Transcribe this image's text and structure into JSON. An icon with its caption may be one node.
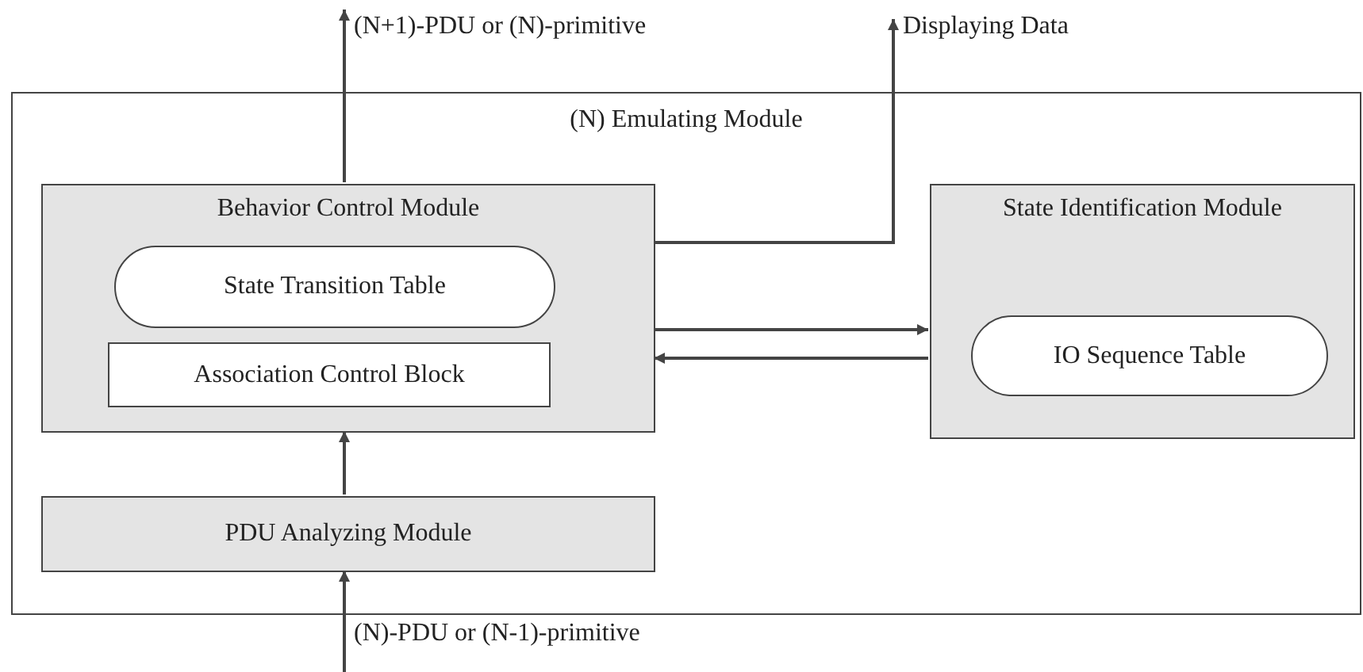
{
  "diagram": {
    "nodes": [
      {
        "text": [
          "(N) Emulating Module"
        ]
      },
      {
        "text": [
          "Behavior Control Module"
        ],
        "in": 0
      },
      {
        "text": [
          "State Transition Table"
        ],
        "in": 1
      },
      {
        "text": [
          "Association Control Block"
        ],
        "in": 1
      },
      {
        "text": [
          "State Identification Module"
        ],
        "in": 0
      },
      {
        "text": [
          "IO Sequence Table"
        ],
        "in": 4
      },
      {
        "text": [
          "PDU Analyzing Module"
        ],
        "in": 0
      }
    ],
    "edges": [
      {
        "from": 1,
        "to": null,
        "arrow": "to",
        "label": "(N+1)-PDU or (N)-primitive"
      },
      {
        "from": 1,
        "to": null,
        "arrow": "to",
        "label": "Displaying Data"
      },
      {
        "from": 1,
        "to": 4,
        "arrow": "to"
      },
      {
        "from": 4,
        "to": 1,
        "arrow": "to"
      },
      {
        "from": 6,
        "to": 1,
        "arrow": "to"
      },
      {
        "from": null,
        "to": 6,
        "arrow": "to",
        "label": "(N)-PDU or (N-1)-primitive"
      }
    ]
  }
}
